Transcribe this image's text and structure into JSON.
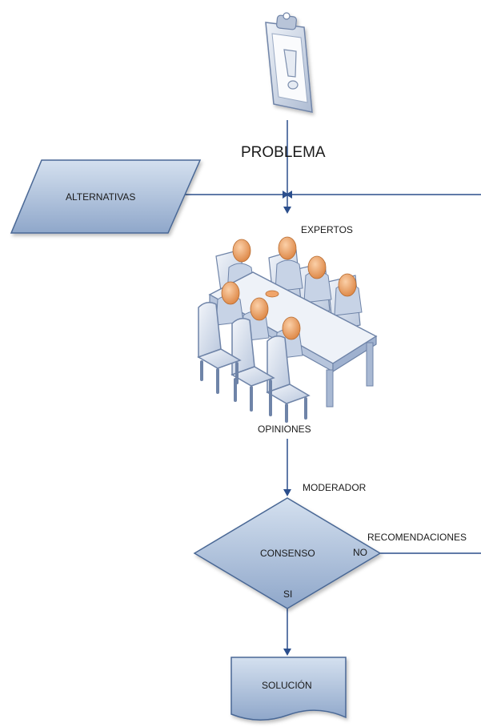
{
  "diagram": {
    "title": "PROBLEMA",
    "alternatives_label": "ALTERNATIVAS",
    "experts_label": "EXPERTOS",
    "opinions_label": "OPINIONES",
    "moderator_label": "MODERADOR",
    "decision_label": "CONSENSO",
    "yes_label": "SI",
    "no_label": "NO",
    "recommendations_label": "RECOMENDACIONES",
    "solution_label": "SOLUCIÓN"
  },
  "icons": {
    "problem": "clipboard-exclamation-icon",
    "experts": "meeting-table-icon"
  },
  "colors": {
    "line": "#2b4e8c",
    "shape_fill_light": "#c9d7ea",
    "shape_fill_dark": "#90a8cb",
    "shape_stroke": "#4a6795",
    "person_head": "#f0a56b",
    "chair": "#dfe6f2"
  }
}
